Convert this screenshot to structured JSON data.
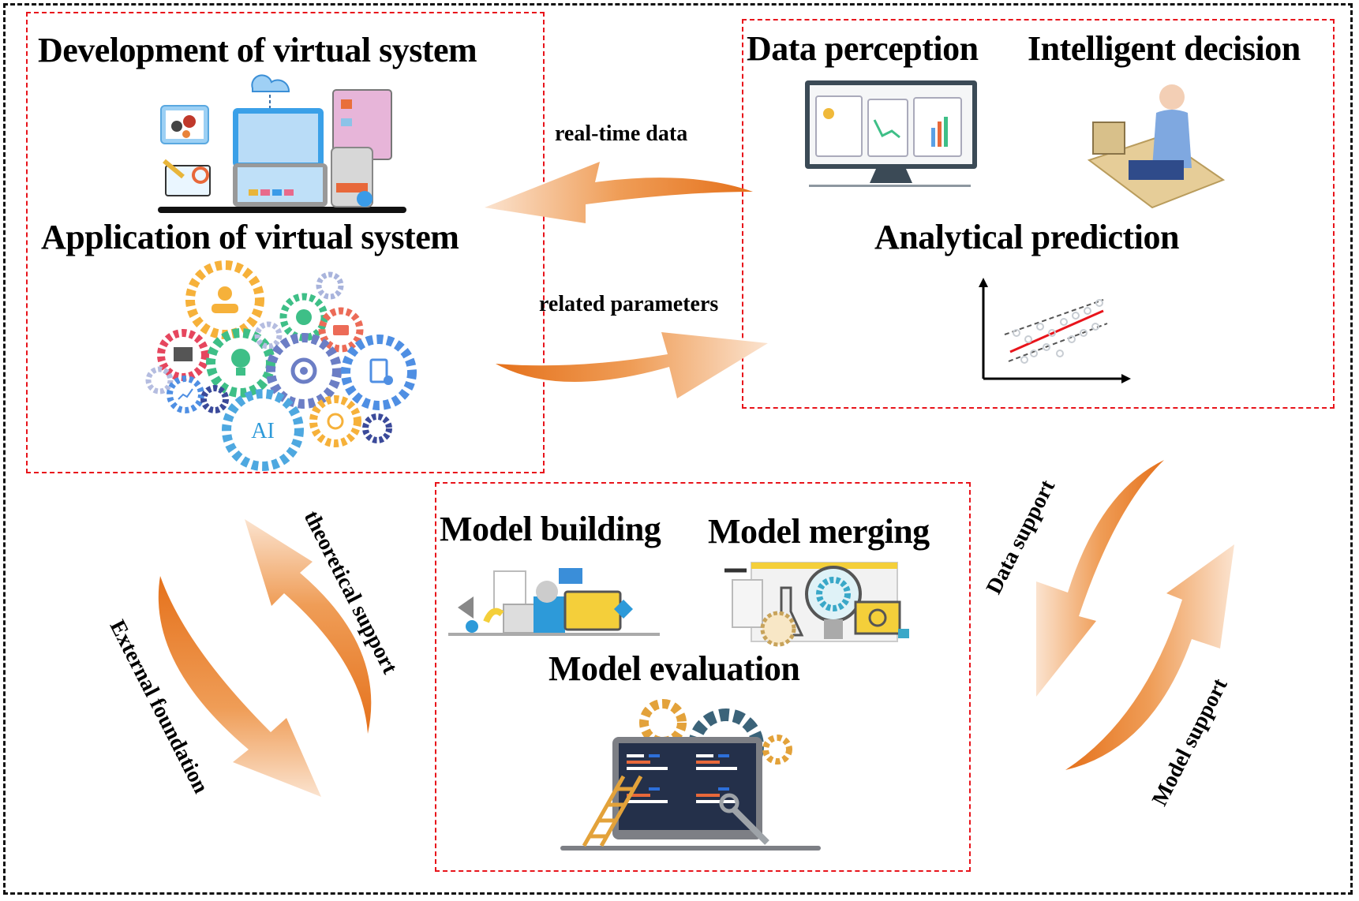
{
  "diagram": {
    "modules": {
      "virtual_system": {
        "development_title": "Development of virtual system",
        "application_title": "Application of virtual system",
        "gear_icon_labels": [
          "team",
          "pie-chart",
          "briefcase",
          "monitor",
          "lightbulb",
          "target",
          "checklist",
          "line-chart",
          "AI",
          "alarm-clock"
        ],
        "ai_text": "AI"
      },
      "data_processing": {
        "perception_title": "Data perception",
        "decision_title": "Intelligent decision",
        "prediction_title": "Analytical prediction"
      },
      "model": {
        "building_title": "Model building",
        "merging_title": "Model merging",
        "evaluation_title": "Model evaluation"
      }
    },
    "connections": {
      "real_time_data": "real-time data",
      "related_parameters": "related parameters",
      "theoretical_support": "theoretical support",
      "external_foundation": "External foundation",
      "data_support": "Data support",
      "model_support": "Model support"
    },
    "colors": {
      "outer_border": "#111111",
      "module_border": "#e8141b",
      "arrow": "#e87a1e"
    }
  }
}
